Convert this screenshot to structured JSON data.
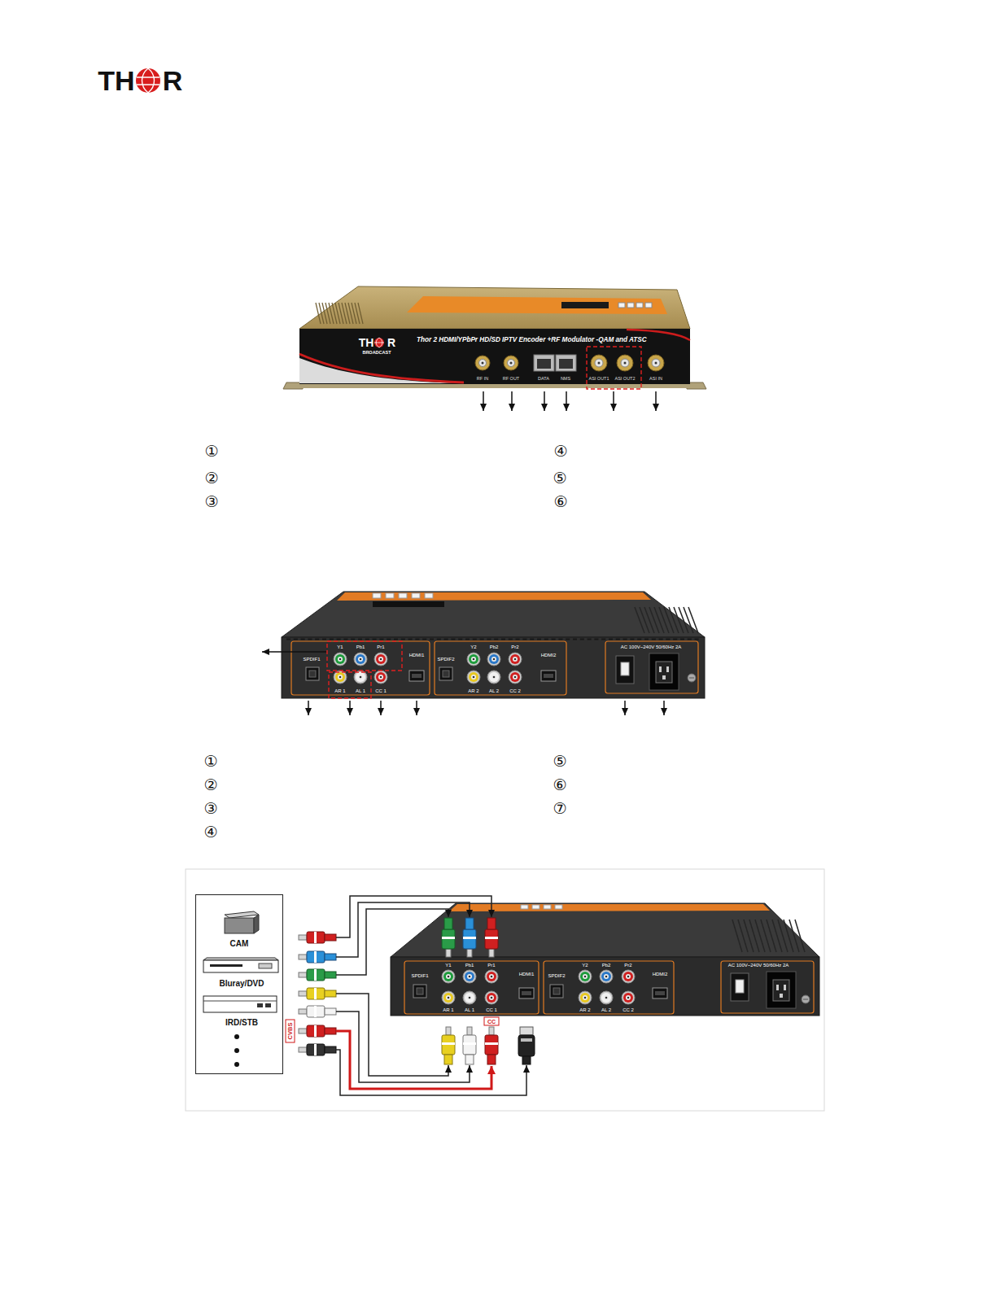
{
  "diagram": {
    "nodes": [
      {
        "text": [
          "CAM",
          "Bluray/DVD",
          "IRD/STB"
        ]
      }
    ],
    "labels": [
      "TH",
      "R",
      "TH",
      "R",
      "BROADCAST",
      "Thor 2 HDMI/YPbPr HD/SD IPTV Encoder +RF Modulator -QAM and ATSC",
      "RF IN",
      "RF OUT",
      "DATA",
      "NMS",
      "ASI OUT1",
      "ASI OUT2",
      "ASI IN",
      "①",
      "②",
      "③",
      "④",
      "⑤",
      "⑥",
      "SPDIF1",
      "Y1",
      "Pb1",
      "Pr1",
      "AR 1",
      "AL 1",
      "CC 1",
      "HDMI1",
      "SPDIF2",
      "Y2",
      "Pb2",
      "Pr2",
      "AR 2",
      "AL 2",
      "CC 2",
      "HDMI2",
      "AC 100V~240V 50/60Hz 2A",
      "①",
      "②",
      "③",
      "④",
      "⑤",
      "⑥",
      "⑦",
      "CVBS",
      "CC",
      "SPDIF1",
      "Y1",
      "Pb1",
      "Pr1",
      "AR 1",
      "AL 1",
      "CC 1",
      "HDMI1",
      "SPDIF2",
      "Y2",
      "Pb2",
      "Pr2",
      "AR 2",
      "AL 2",
      "CC 2",
      "HDMI2",
      "AC 100V~240V 50/60Hz 2A"
    ]
  }
}
